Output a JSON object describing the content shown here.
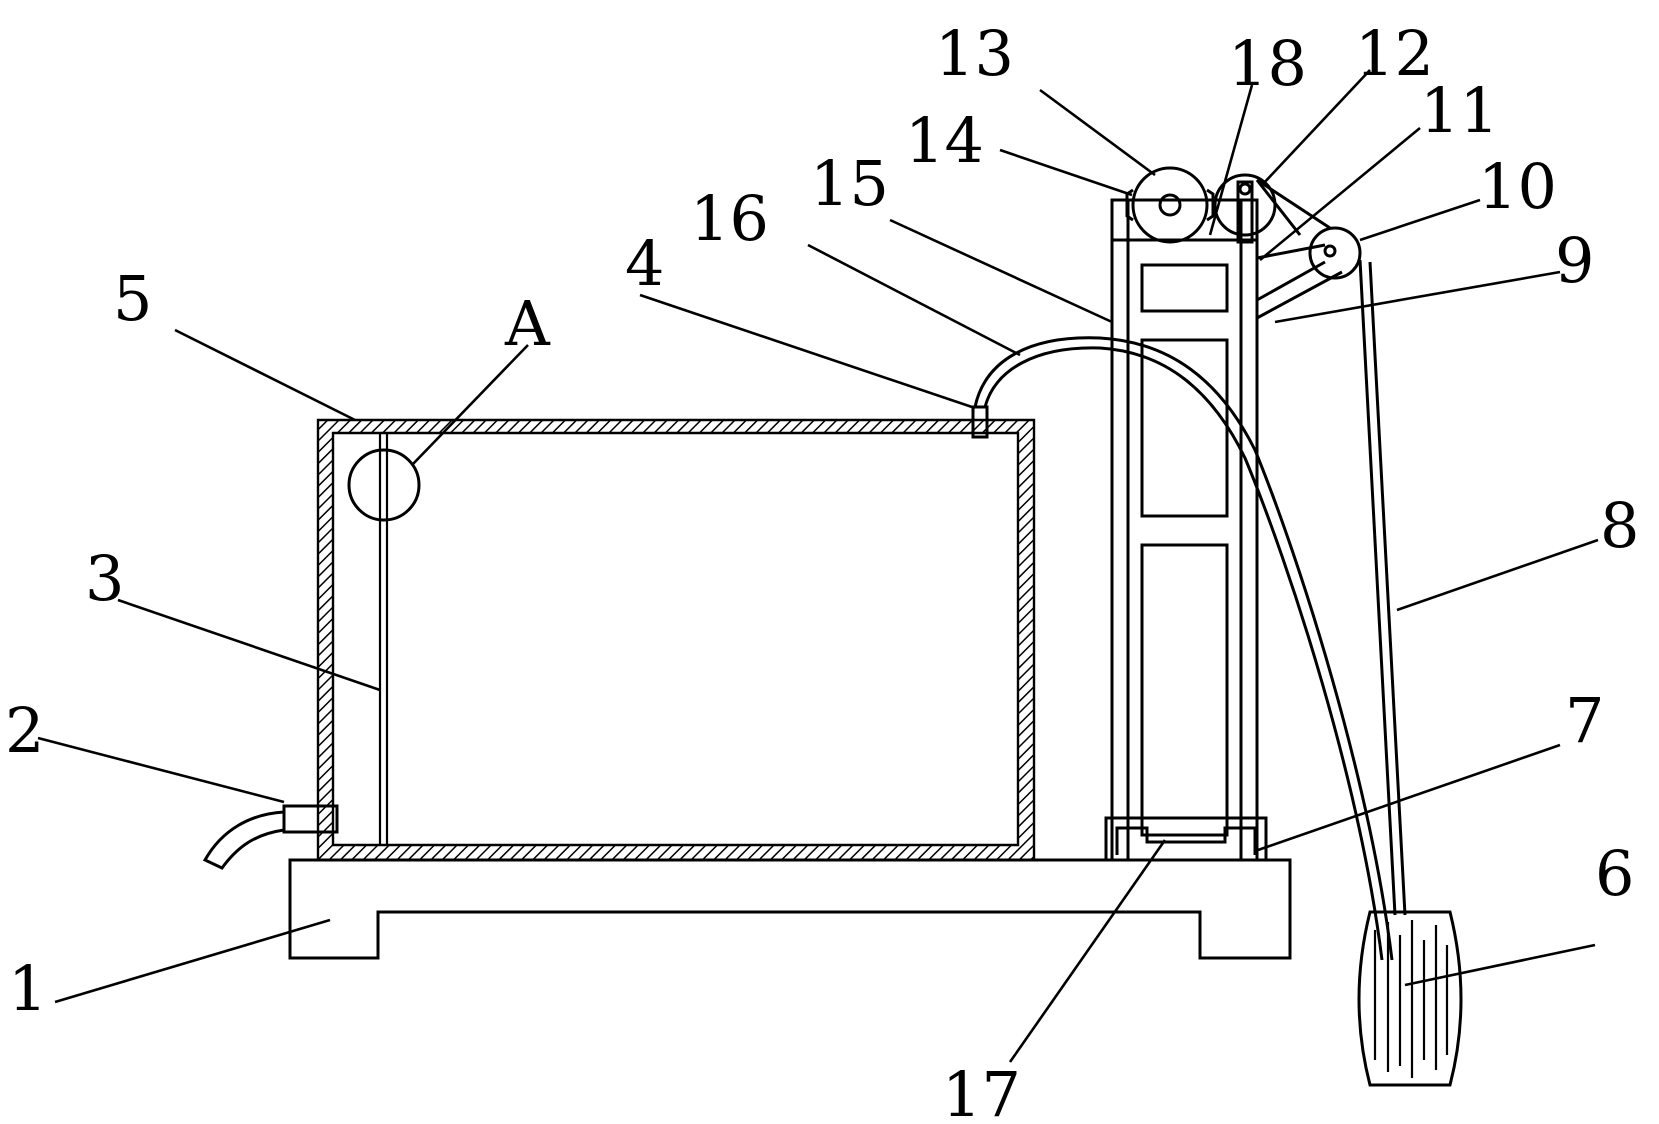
{
  "labels": {
    "n1": "1",
    "n2": "2",
    "n3": "3",
    "n4": "4",
    "n5": "5",
    "n6": "6",
    "n7": "7",
    "n8": "8",
    "n9": "9",
    "n10": "10",
    "n11": "11",
    "n12": "12",
    "n13": "13",
    "n14": "14",
    "n15": "15",
    "n16": "16",
    "n17": "17",
    "n18": "18",
    "A": "A"
  }
}
